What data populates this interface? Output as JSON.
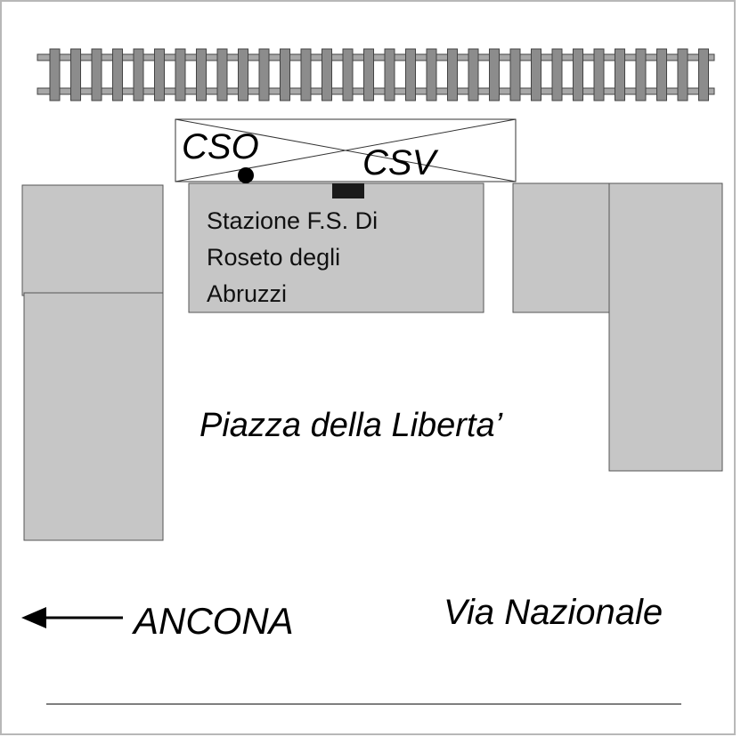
{
  "labels": {
    "cso": "CSO",
    "csv": "CSV",
    "station_line1": "Stazione F.S. Di",
    "station_line2": "Roseto degli",
    "station_line3": "Abruzzi",
    "square": "Piazza della Liberta’",
    "direction": "ANCONA",
    "street": "Via Nazionale"
  },
  "icons": {
    "railway": "railway-track-icon",
    "arrow": "arrow-left-icon",
    "point_marker": "point-marker-icon",
    "entrance_marker": "entrance-marker-icon"
  },
  "colors": {
    "building_fill": "#c6c6c6",
    "building_stroke": "#555555",
    "marker": "#000000"
  }
}
